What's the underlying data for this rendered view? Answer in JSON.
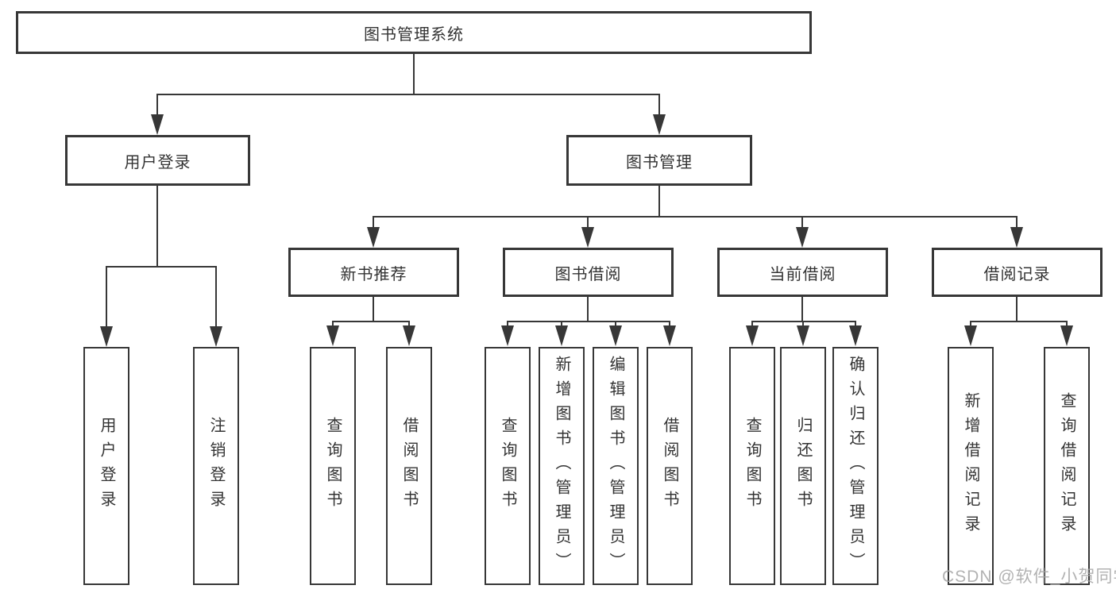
{
  "diagram": {
    "root": {
      "label": "图书管理系统"
    },
    "level1": [
      {
        "label": "用户登录"
      },
      {
        "label": "图书管理"
      }
    ],
    "level2": [
      {
        "label": "新书推荐",
        "parent": "图书管理"
      },
      {
        "label": "图书借阅",
        "parent": "图书管理"
      },
      {
        "label": "当前借阅",
        "parent": "图书管理"
      },
      {
        "label": "借阅记录",
        "parent": "图书管理"
      }
    ],
    "leaves": [
      {
        "label": "用户登录",
        "parent": "用户登录"
      },
      {
        "label": "注销登录",
        "parent": "用户登录"
      },
      {
        "label": "查询图书",
        "parent": "新书推荐"
      },
      {
        "label": "借阅图书",
        "parent": "新书推荐"
      },
      {
        "label": "查询图书",
        "parent": "图书借阅"
      },
      {
        "label": "新增图书（管理员）",
        "parent": "图书借阅"
      },
      {
        "label": "编辑图书（管理员）",
        "parent": "图书借阅"
      },
      {
        "label": "借阅图书",
        "parent": "图书借阅"
      },
      {
        "label": "查询图书",
        "parent": "当前借阅"
      },
      {
        "label": "归还图书",
        "parent": "当前借阅"
      },
      {
        "label": "确认归还（管理员）",
        "parent": "当前借阅"
      },
      {
        "label": "新增借阅记录",
        "parent": "借阅记录"
      },
      {
        "label": "查询借阅记录",
        "parent": "借阅记录"
      }
    ]
  },
  "watermark": {
    "text": "CSDN @软件_小贺同学"
  },
  "colors": {
    "line": "#373737",
    "text": "#333333",
    "watermark": "#a7a7a7",
    "background": "#ffffff"
  }
}
